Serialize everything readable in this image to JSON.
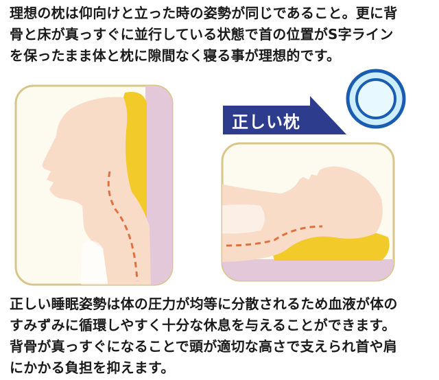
{
  "intro": {
    "lines": [
      "理想の枕は仰向けと立った時の姿勢が同じであること。更に背",
      "骨と床が真っすぐに並行している状態で首の位置がS字ライン",
      "を保ったまま体と枕に隙間なく寝る事が理想的です。"
    ]
  },
  "banner": {
    "label": "正しい枕"
  },
  "colors": {
    "skin": "#f9dcc8",
    "pillow": "#f2cb2a",
    "mattress": "#e2c8d8",
    "frame_border": "#d9c48a",
    "frame_bg": "#fdfbf0",
    "banner": "#2e3c8e",
    "spine_dash": "#e07040",
    "ring_outer": "#cceeff",
    "ring_stroke": "#1a5cb0"
  },
  "summary": {
    "lines": [
      "正しい睡眠姿勢は体の圧力が均等に分散されるため血液が体の",
      "すみずみに循環しやすく十分な休息を与えることができます。",
      "背骨が真っすぐになることで頭が適切な高さで支えられ首や肩",
      "にかかる負担を抑えます。"
    ]
  }
}
